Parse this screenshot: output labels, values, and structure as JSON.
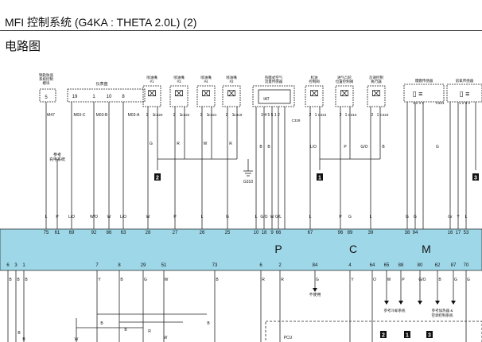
{
  "title": "MFI 控制系统 (G4KA : THETA 2.0L) (2)",
  "subtitle": "电路图",
  "components": {
    "immobilizer": [
      "钥匙防盗",
      "系统控制",
      "模块"
    ],
    "immobilizer_pin": "5",
    "immobilizer_conn": "M47",
    "instrument_cluster": "仪表盘",
    "cluster_pins": [
      "19",
      "1",
      "10",
      "8"
    ],
    "cluster_conns": [
      "M03-C",
      "M03-B",
      "M03-A"
    ],
    "injectors": [
      {
        "label": [
          "喷油嘴",
          "#1"
        ],
        "conn": "C320"
      },
      {
        "label": [
          "喷油嘴",
          "#3"
        ],
        "conn": "C322"
      },
      {
        "label": [
          "喷油嘴",
          "#4"
        ],
        "conn": "C321"
      },
      {
        "label": [
          "喷油嘴",
          "#2"
        ],
        "conn": "C319"
      }
    ],
    "air_flow": {
      "label": [
        "热膜式空气",
        "流量传感器"
      ],
      "conn": "C329",
      "pins": "3 4 5 5 1 2",
      "sensor_tag": "IAT"
    },
    "purge_valve": {
      "label": [
        "机油",
        "控制阀"
      ],
      "conn": "C324"
    },
    "tcv": {
      "label": [
        "进气凸轮",
        "位置控制阀"
      ],
      "conn": "C310"
    },
    "idle_actuator": {
      "label": [
        "怠速控制",
        "执行器"
      ],
      "conn": "C323"
    },
    "knock_sensor": {
      "label": "爆震传感器",
      "conn": "C331",
      "pins": "1 2 3 1"
    },
    "rear_sensor": {
      "label": "前氧传感器",
      "pins": "1 2 3 4"
    },
    "ground": "G310",
    "reference_charging": [
      "参考",
      "充电系统"
    ],
    "ref_ac_left": "参考冷却系统",
    "ref_ac_right": [
      "参考加热器 &",
      "空调控制系统"
    ],
    "not_used": "不使用",
    "pcu_label": "PCU",
    "wire_colors_mid": [
      "B",
      "B",
      "L/O",
      "P",
      "G/O",
      "B",
      "G"
    ],
    "wire_colors_upper": [
      "G",
      "R",
      "W",
      "R"
    ]
  },
  "markers": [
    "1",
    "2",
    "3"
  ],
  "top_wire_colors": [
    "L",
    "P",
    "L/O",
    "W/O",
    "W",
    "L/O",
    "W",
    "P",
    "L",
    "G",
    "L",
    "G/O",
    "W",
    "G/L",
    "L",
    "P",
    "G",
    "L",
    "G",
    "G",
    "Gr",
    "Y",
    "L"
  ],
  "top_pins": [
    "75",
    "61",
    "69",
    "92",
    "86",
    "63",
    "28",
    "27",
    "26",
    "25",
    "10",
    "18",
    "9",
    "66",
    "67",
    "96",
    "89",
    "39",
    "38",
    "94",
    "16",
    "17",
    "53"
  ],
  "pcm_letters": [
    "P",
    "C",
    "M"
  ],
  "bottom_pins": [
    "6",
    "3",
    "1",
    "7",
    "8",
    "29",
    "51",
    "73",
    "6",
    "2",
    "84",
    "4",
    "64",
    "65",
    "88",
    "80",
    "62",
    "87",
    "70"
  ],
  "bottom_wire_colors": [
    "B",
    "B",
    "B",
    "Y",
    "B",
    "G",
    "W",
    "B",
    "R",
    "R",
    "G",
    "Y",
    "O",
    "W",
    "P",
    "G/O",
    "B",
    "G",
    "G"
  ],
  "lower_labels": [
    "B",
    "B",
    "B",
    "W",
    "B",
    "R",
    "W",
    "B"
  ],
  "markers_bottom": [
    "2",
    "1",
    "3"
  ],
  "pcm_color": "#9ed8e8"
}
